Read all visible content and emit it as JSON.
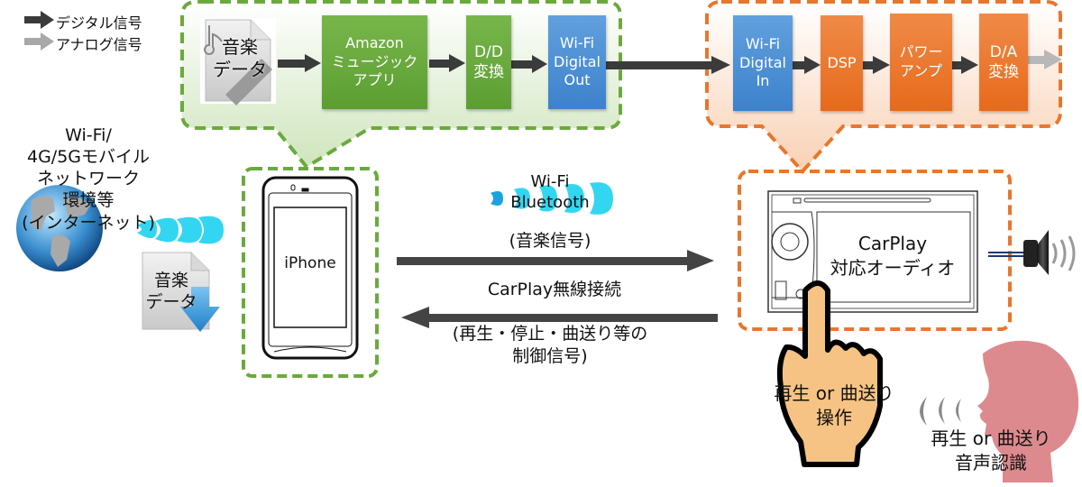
{
  "legend": {
    "digital": "デジタル信号",
    "analog": "アナログ信号"
  },
  "colors": {
    "green": "#6aaa3c",
    "orange": "#e8762d",
    "blue": "#4a8fd6",
    "digital_arrow": "#3b3b3b",
    "analog_arrow": "#b0b0b0",
    "wave": "#33d6f0"
  },
  "phone_chain": {
    "music_data": "音楽\nデータ",
    "amazon_app": "Amazon\nミュージック\nアプリ",
    "dd_convert": "D/D\n変換",
    "wifi_out": "Wi-Fi\nDigital\nOut"
  },
  "audio_chain": {
    "wifi_in": "Wi-Fi\nDigital\nIn",
    "dsp": "DSP",
    "power_amp": "パワー\nアンプ",
    "da_convert": "D/A\n変換"
  },
  "network": {
    "label": "Wi-Fi/\n4G/5Gモバイル\nネットワーク\n環境等\n(インターネット)",
    "download_label": "音楽\nデータ"
  },
  "iphone": {
    "label": "iPhone"
  },
  "link": {
    "wireless": "Wi-Fi\nBluetooth",
    "music_signal": "(音楽信号)",
    "carplay_wireless": "CarPlay無線接続",
    "control_signal": "(再生・停止・曲送り等の\n制御信号)"
  },
  "head_unit": {
    "label": "CarPlay\n対応オーディオ"
  },
  "touch_operation": {
    "label": "再生 or 曲送り\n操作"
  },
  "voice_recognition": {
    "label": "再生 or 曲送り\n音声認識"
  }
}
